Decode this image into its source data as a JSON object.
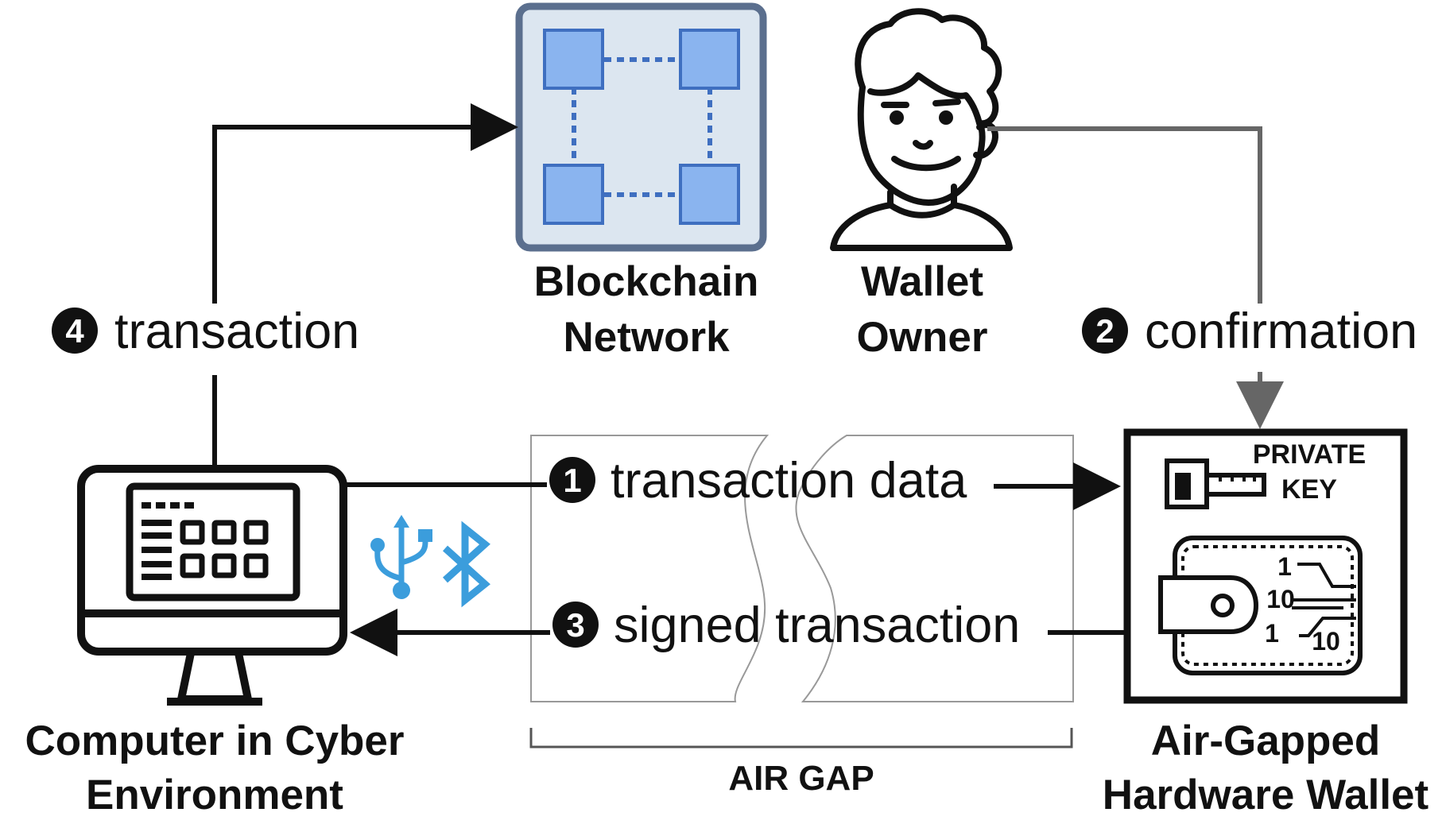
{
  "nodes": {
    "blockchain": {
      "line1": "Blockchain",
      "line2": "Network"
    },
    "owner": {
      "line1": "Wallet",
      "line2": "Owner"
    },
    "computer": {
      "line1": "Computer in Cyber",
      "line2": "Environment"
    },
    "wallet": {
      "line1": "Air-Gapped",
      "line2": "Hardware Wallet"
    }
  },
  "wallet_device": {
    "key_label_1": "PRIVATE",
    "key_label_2": "KEY",
    "switch_values": [
      "1",
      "10",
      "1",
      "10"
    ]
  },
  "air_gap": {
    "label": "AIR GAP"
  },
  "steps": [
    {
      "number": "1",
      "label": "transaction data"
    },
    {
      "number": "2",
      "label": "confirmation"
    },
    {
      "number": "3",
      "label": "signed transaction"
    },
    {
      "number": "4",
      "label": "transaction"
    }
  ],
  "colors": {
    "line": "#111111",
    "confirmation_line": "#666666",
    "network_frame": "#5b6f8e",
    "network_fill": "#dce6f0",
    "network_node": "#8ab4ef",
    "network_node_stroke": "#3f6fc0",
    "usb_bluetooth": "#3b9ddc"
  },
  "icons": [
    "usb-icon",
    "bluetooth-icon",
    "person-icon",
    "monitor-icon",
    "key-icon",
    "wallet-icon"
  ]
}
